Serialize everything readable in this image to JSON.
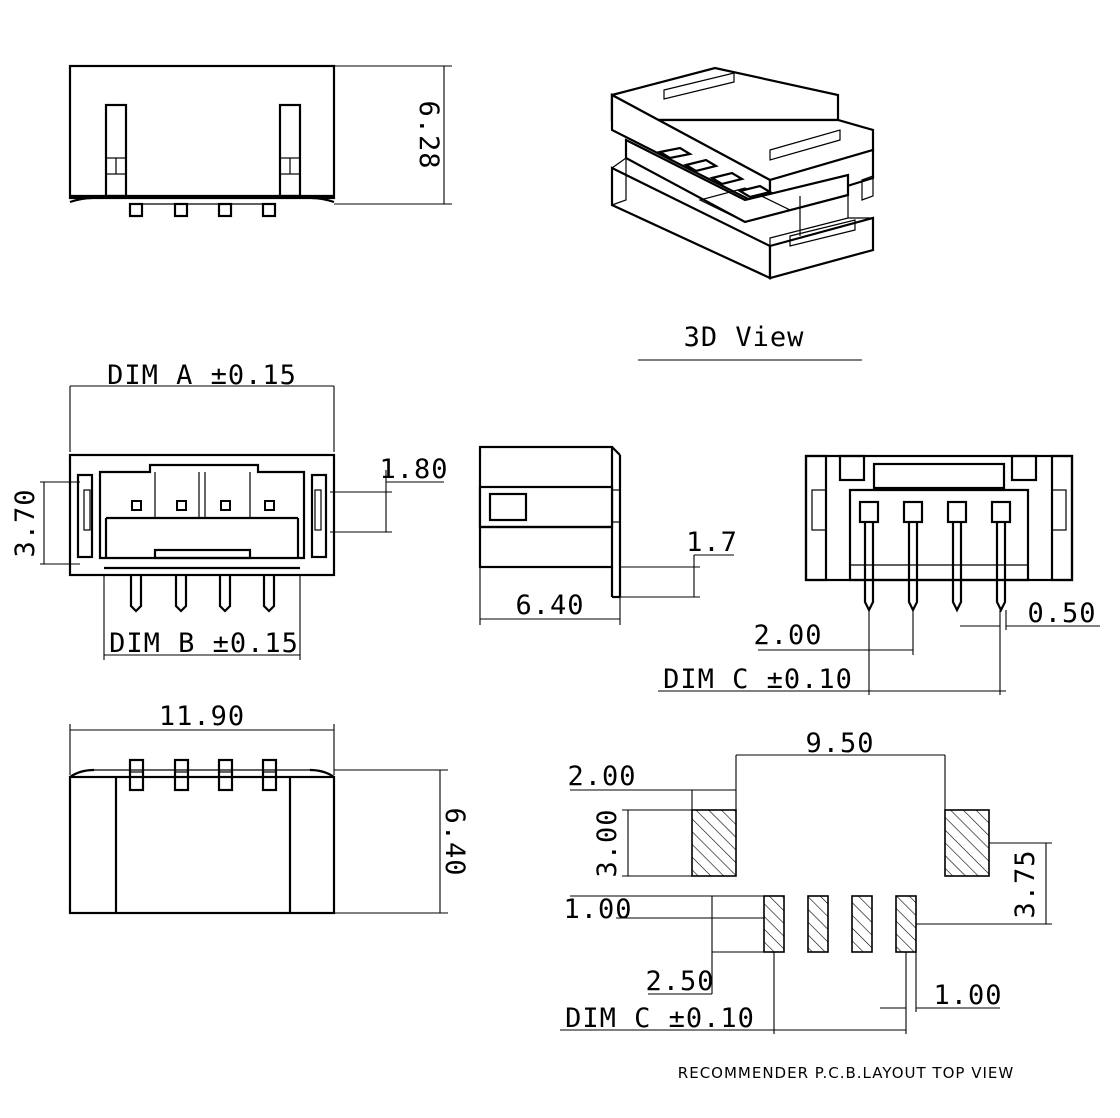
{
  "labels": {
    "h_628": "6.28",
    "view_3d": "3D View",
    "dim_a": "DIM A ±0.15",
    "h_180": "1.80",
    "h_370": "3.70",
    "dim_b": "DIM B ±0.15",
    "h_17": "1.7",
    "w_640": "6.40",
    "pitch_200": "2.00",
    "pin_050": "0.50",
    "dim_c_side": "DIM C ±0.10",
    "w_1190": "11.90",
    "h_640": "6.40",
    "pcb_950": "9.50",
    "pcb_200": "2.00",
    "pcb_300": "3.00",
    "pcb_375": "3.75",
    "pcb_100a": "1.00",
    "pcb_250": "2.50",
    "pcb_100b": "1.00",
    "dim_c_pcb": "DIM C ±0.10",
    "pcb_caption": "RECOMMENDER P.C.B.LAYOUT TOP VIEW"
  }
}
